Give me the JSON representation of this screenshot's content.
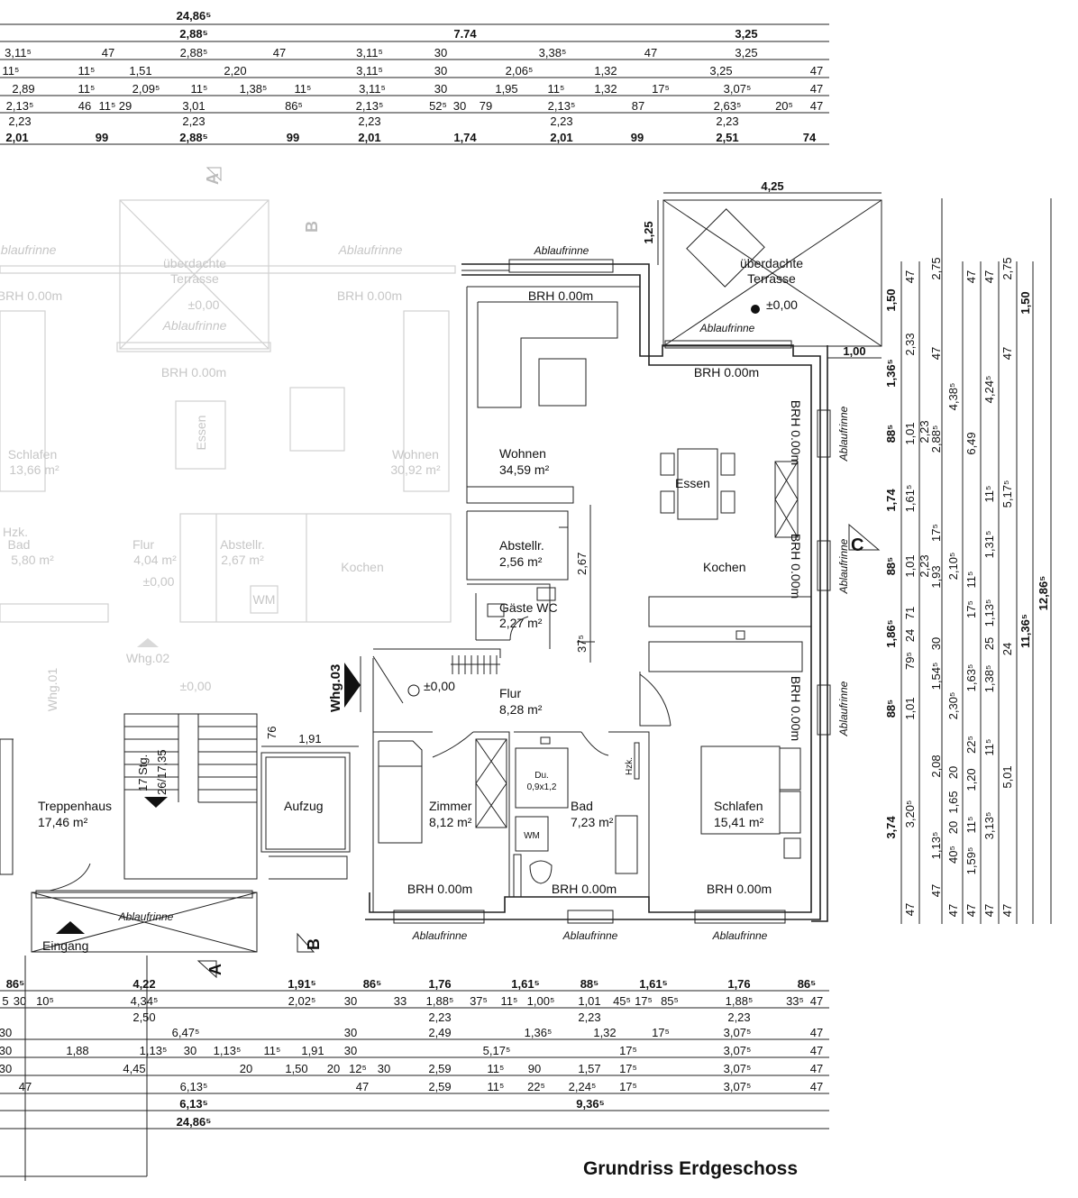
{
  "title": "Grundriss Erdgeschoss",
  "top_dims": {
    "r1": [
      "24,86⁵"
    ],
    "r2": [
      "2,88⁵",
      "7.74",
      "3,25"
    ],
    "r3": [
      "3,11⁵",
      "47",
      "2,88⁵",
      "47",
      "3,11⁵",
      "30",
      "3,38⁵",
      "47",
      "3,25"
    ],
    "r4": [
      "11⁵",
      "11⁵",
      "1,51",
      "2,20",
      "3,11⁵",
      "30",
      "2,06⁵",
      "1,32",
      "3,25",
      "47"
    ],
    "r5": [
      "2,89",
      "11⁵",
      "2,09⁵",
      "11⁵",
      "1,38⁵",
      "11⁵",
      "3,11⁵",
      "30",
      "1,95",
      "11⁵",
      "1,32",
      "17⁵",
      "3,07⁵",
      "47"
    ],
    "r6": [
      "2,13⁵",
      "46",
      "11⁵",
      "29",
      "3,01",
      "86⁵",
      "2,13⁵",
      "52⁵",
      "30",
      "79",
      "2,13⁵",
      "87",
      "2,63⁵",
      "20⁵",
      "47"
    ],
    "r7": [
      "2,23",
      "2,23",
      "2,23",
      "2,23",
      "2,23"
    ],
    "r8": [
      "2,01",
      "99",
      "2,88⁵",
      "99",
      "2,01",
      "1,74",
      "2,01",
      "99",
      "2,51",
      "74"
    ]
  },
  "bottom_dims": {
    "r1": [
      "86⁵",
      "4,22",
      "1,91⁵",
      "86⁵",
      "1,76",
      "1,61⁵",
      "88⁵",
      "1,61⁵",
      "1,76",
      "86⁵"
    ],
    "r2": [
      "5",
      "30",
      "10⁵",
      "4,34⁵",
      "2,02⁵",
      "30",
      "33",
      "1,88⁵",
      "37⁵",
      "11⁵",
      "1,00⁵",
      "1,01",
      "45⁵",
      "17⁵",
      "85⁵",
      "1,88⁵",
      "33⁵",
      "47"
    ],
    "r3": [
      "2,50",
      "2,23",
      "2,23",
      "2,23"
    ],
    "r4": [
      "30",
      "6,47⁵",
      "30",
      "2,49",
      "1,36⁵",
      "1,32",
      "17⁵",
      "3,07⁵",
      "47"
    ],
    "r5": [
      "30",
      "1,88",
      "1,13⁵",
      "30",
      "1,13⁵",
      "11⁵",
      "1,91",
      "30",
      "5,17⁵",
      "17⁵",
      "3,07⁵",
      "47"
    ],
    "r6": [
      "30",
      "4,45",
      "20",
      "1,50",
      "20",
      "12⁵",
      "30",
      "2,59",
      "11⁵",
      "90",
      "1,57",
      "17⁵",
      "3,07⁵",
      "47"
    ],
    "r7": [
      "47",
      "6,13⁵",
      "47",
      "2,59",
      "11⁵",
      "22⁵",
      "2,24⁵",
      "17⁵",
      "3,07⁵",
      "47"
    ],
    "r8": [
      "6,13⁵",
      "9,36⁵"
    ],
    "r9": [
      "24,86⁵"
    ]
  },
  "right_dims": {
    "c1": [
      "1,50",
      "1,36⁵",
      "88⁵",
      "1,74",
      "88⁵",
      "1,86⁵",
      "88⁵",
      "3,74",
      "1,25",
      "1,00"
    ],
    "c2": [
      "47",
      "2,33",
      "1,01",
      "1,61⁵",
      "1,01",
      "79⁵",
      "1,01",
      "3,20⁵",
      "47"
    ],
    "c3": [
      "2,23",
      "2,23",
      "24",
      "71"
    ],
    "c4": [
      "2,75",
      "47",
      "2,88⁵",
      "17⁵",
      "1,93",
      "30",
      "1,54⁵",
      "2,08",
      "1,13⁵",
      "47"
    ],
    "c5": [
      "4,38⁵",
      "2,10⁵",
      "2,30⁵",
      "20",
      "1,65",
      "20",
      "40⁵",
      "47"
    ],
    "c6": [
      "47",
      "6,49",
      "11⁵",
      "17⁵",
      "1,63⁵",
      "22⁵",
      "1,20",
      "11⁵",
      "1,59⁵",
      "47"
    ],
    "c7": [
      "47",
      "4,24⁵",
      "11⁵",
      "1,31⁵",
      "1,13⁵",
      "25",
      "1,38⁵",
      "11⁵",
      "3,13⁵",
      "47"
    ],
    "c8": [
      "2,75",
      "47",
      "5,17⁵",
      "24",
      "5,01",
      "47"
    ],
    "c9": [
      "1,50",
      "11,36⁵"
    ],
    "c10": [
      "12,86⁵"
    ],
    "terrace_w": "4,25"
  },
  "rooms": [
    {
      "name": "Wohnen",
      "area": "34,59 m²"
    },
    {
      "name": "Essen",
      "area": ""
    },
    {
      "name": "Kochen",
      "area": ""
    },
    {
      "name": "Abstellr.",
      "area": "2,56 m²"
    },
    {
      "name": "Gäste WC",
      "area": "2,27 m²"
    },
    {
      "name": "Flur",
      "area": "8,28 m²"
    },
    {
      "name": "Zimmer",
      "area": "8,12 m²"
    },
    {
      "name": "Bad",
      "area": "7,23 m²"
    },
    {
      "name": "Schlafen",
      "area": "15,41 m²"
    },
    {
      "name": "Treppenhaus",
      "area": "17,46 m²"
    },
    {
      "name": "Aufzug",
      "area": ""
    }
  ],
  "labels": {
    "terrasse1": "überdachte",
    "terrasse2": "Terrasse",
    "level": "±0,00",
    "ablaufrinne": "Ablaufrinne",
    "brh": "BRH 0.00m",
    "whg03": "Whg.03",
    "eingang": "Eingang",
    "dusche1": "Du.",
    "dusche2": "0,9x1,2",
    "wm": "WM",
    "hzk": "Hzk.",
    "stairs1": "17 Stg.",
    "stairs2": "26/17,35",
    "d267": "2,67",
    "d375": "37⁵",
    "d76": "76",
    "d191": "1,91",
    "secA": "A",
    "secB": "B",
    "secC": "C"
  },
  "faint_labels": {
    "schlafen": "Schlafen",
    "schlafen_area": "13,66 m²",
    "wohnen": "Wohnen",
    "wohnen_area": "30,92 m²",
    "bad": "Bad",
    "bad_area": "5,80 m²",
    "flur": "Flur",
    "flur_area": "4,04 m²",
    "abstellr": "Abstellr.",
    "abstellr_area": "2,67 m²",
    "kochen": "Kochen",
    "essen": "Essen",
    "whg02": "Whg.02",
    "whg01": "Whg.01",
    "hzk": "Hzk.",
    "wm": "WM"
  }
}
